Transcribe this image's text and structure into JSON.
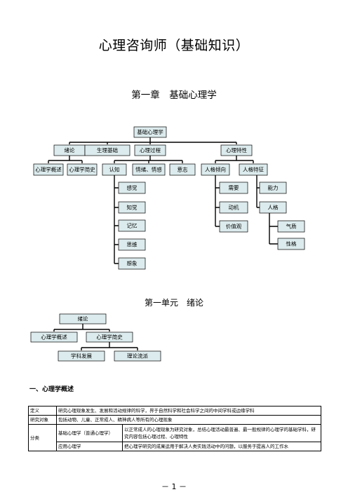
{
  "doc": {
    "title": "心理咨询师（基础知识）",
    "chapter": "第一章　基础心理学",
    "unit": "第一单元　绪论",
    "section": "一、心理学概述",
    "page_number": "－ 1 －"
  },
  "tree1": {
    "root": "基础心理学",
    "level1": [
      "绪论",
      "生理基础",
      "心理过程",
      "心理特性"
    ],
    "xulun_children": [
      "心理学概述",
      "心理学简史"
    ],
    "process_children": [
      "认知",
      "情绪、情感",
      "意志"
    ],
    "cognition_children": [
      "感觉",
      "知觉",
      "记忆",
      "思维",
      "想象"
    ],
    "trait_children": [
      "人格倾向",
      "人格特征"
    ],
    "tendency_children": [
      "需要",
      "动机",
      "价值观"
    ],
    "feature_children": [
      "能力",
      "人格"
    ],
    "personality_children": [
      "气质",
      "性格"
    ]
  },
  "tree2": {
    "root": "绪论",
    "children": [
      "心理学概述",
      "心理学简史"
    ],
    "history_children": [
      "学科发展",
      "理论流派"
    ]
  },
  "table": {
    "rows": [
      {
        "label": "定义",
        "text": "研究心理现象发生、发展和活动规律的科学，界于自然科学和社会科学之间的中间学科或边缘学科"
      },
      {
        "label": "研究对象",
        "text": "包括动物、儿童、正常成人、精神病人等所有的心理现象"
      }
    ],
    "category_label": "分类",
    "categories": [
      {
        "name": "基础心理学（普通心理学）",
        "text": "以正常成人的心理现象为研究对象，总结心理活动最普遍、最一般规律的心理学的基础学科，研究内容包括心理过程、心理特性"
      },
      {
        "name": "应用心理学",
        "text": "把心理学研究的成果运用于解决人类实践活动中的问题，以服务于提高人的工作水"
      }
    ]
  }
}
